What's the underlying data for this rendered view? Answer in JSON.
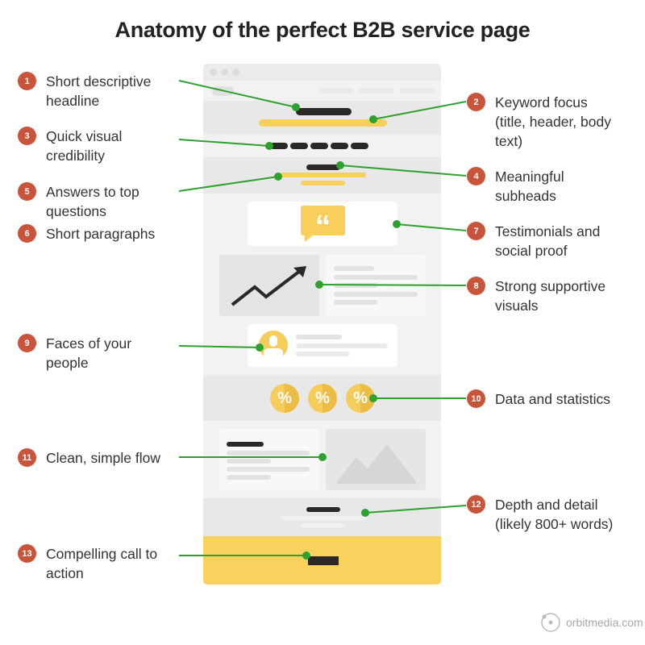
{
  "title": "Anatomy of the perfect B2B service page",
  "left_labels": [
    {
      "num": "1",
      "text": "Short descriptive\nheadline"
    },
    {
      "num": "3",
      "text": "Quick visual\ncredibility"
    },
    {
      "num": "5",
      "text": "Answers to top\nquestions"
    },
    {
      "num": "6",
      "text": "Short paragraphs"
    },
    {
      "num": "9",
      "text": "Faces of your\npeople"
    },
    {
      "num": "11",
      "text": "Clean, simple flow"
    },
    {
      "num": "13",
      "text": "Compelling call to\naction"
    }
  ],
  "right_labels": [
    {
      "num": "2",
      "text": "Keyword focus\n(title, header, body\ntext)"
    },
    {
      "num": "4",
      "text": "Meaningful\nsubheads"
    },
    {
      "num": "7",
      "text": "Testimonials and\nsocial proof"
    },
    {
      "num": "8",
      "text": "Strong supportive\nvisuals"
    },
    {
      "num": "10",
      "text": "Data and statistics"
    },
    {
      "num": "12",
      "text": "Depth and detail\n(likely 800+ words)"
    }
  ],
  "stats_symbol": "%",
  "quote_symbol": "“",
  "logo_text": "orbitmedia.com",
  "colors": {
    "badge": "#c8553b",
    "connector": "#2ea12e",
    "accent": "#f8cf5a",
    "dark": "#2b2828"
  }
}
